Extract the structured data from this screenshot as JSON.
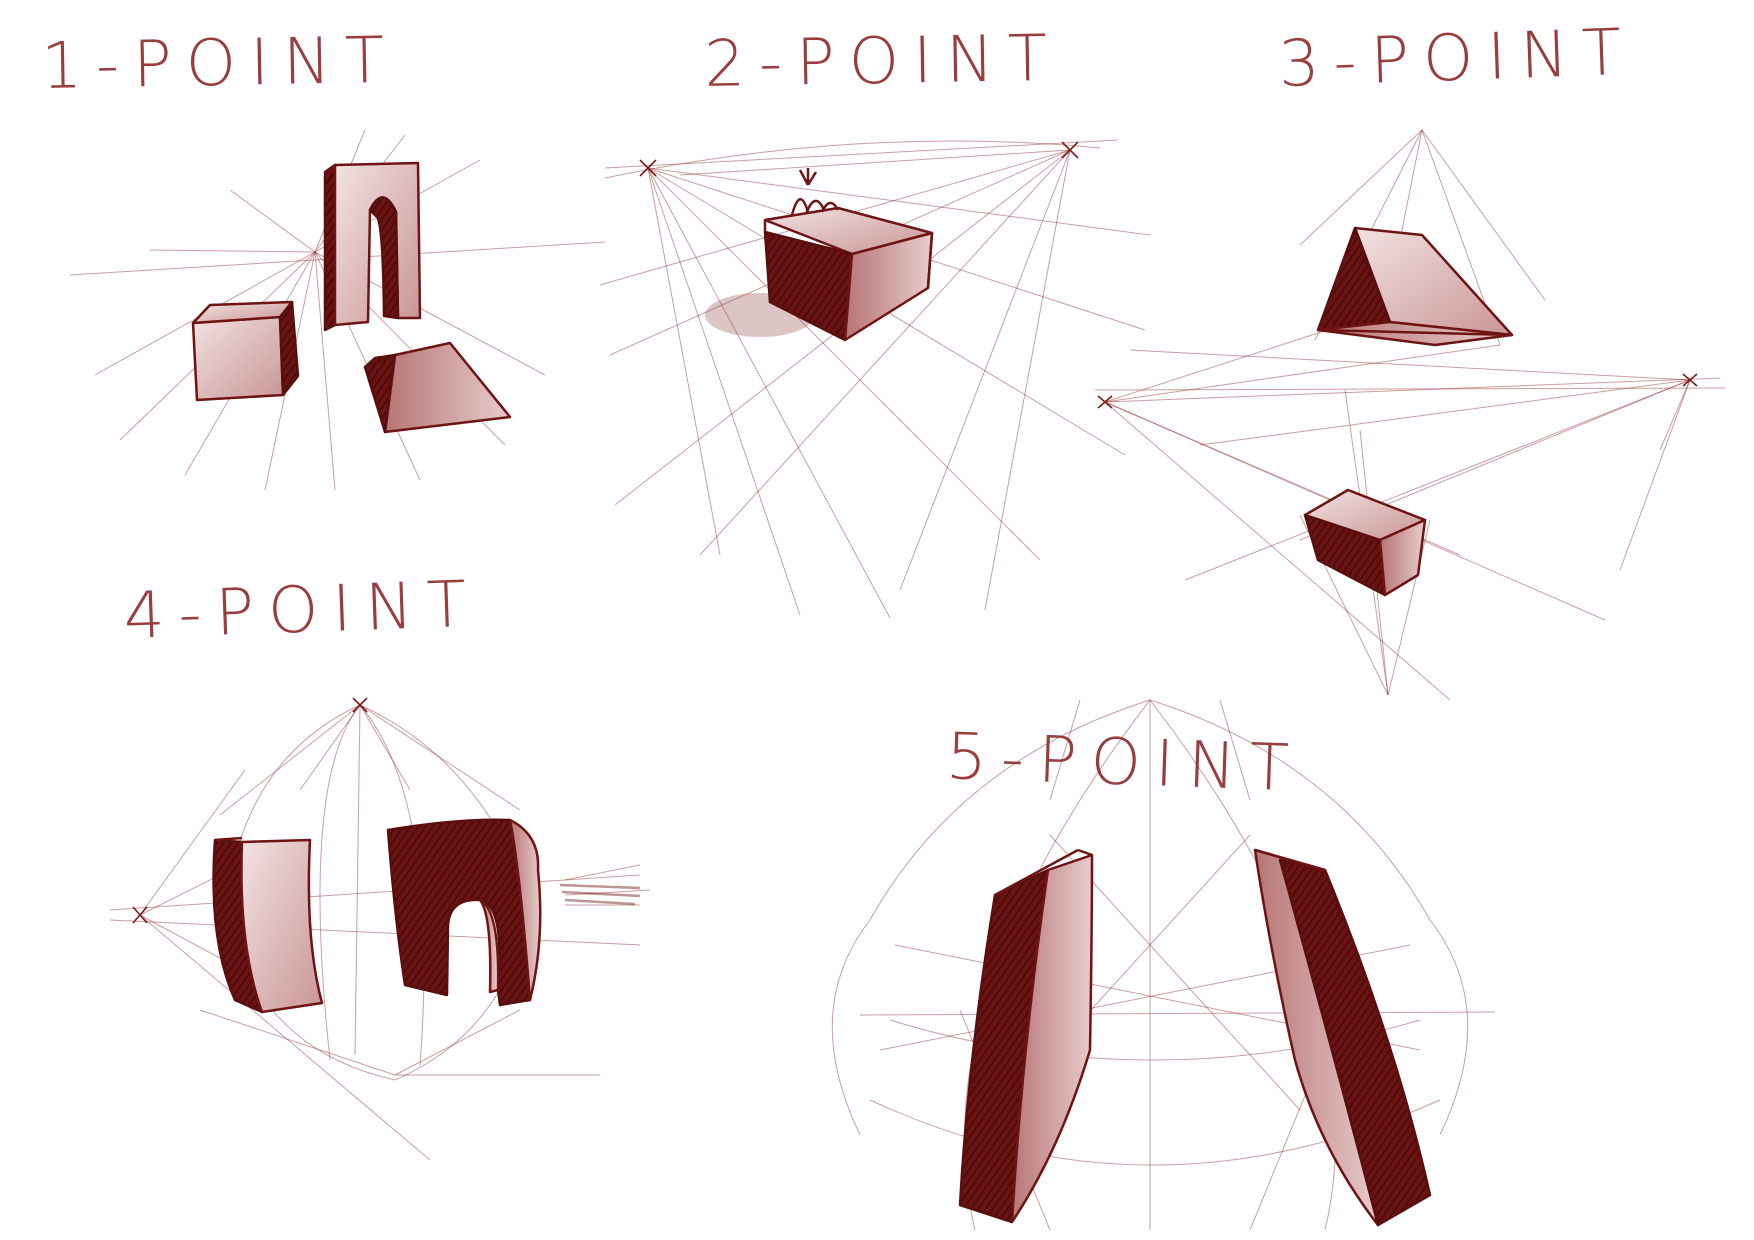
{
  "titles": {
    "one_point": "1-POINT",
    "two_point": "2-POINT",
    "three_point": "3-POINT",
    "four_point": "4-POINT",
    "five_point": "5-POINT"
  },
  "colors": {
    "ink": "#8e2a2a",
    "dark_shade": "#5a0e0e",
    "background": "#ffffff"
  }
}
